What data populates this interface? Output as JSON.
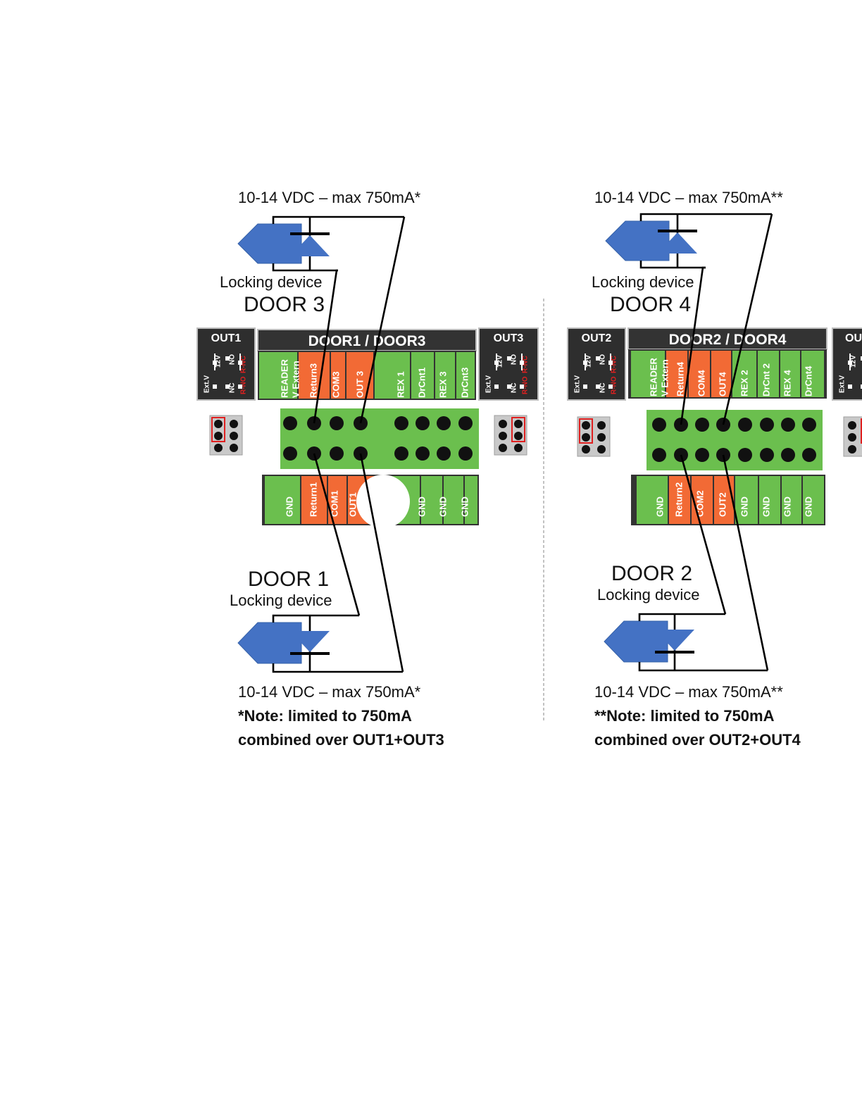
{
  "colors": {
    "terminal_green": "#6bbf4e",
    "terminal_orange": "#f26a35",
    "header_dark": "#333333",
    "lock_blue": "#4472c4",
    "wire": "#000000",
    "jumper_red": "#e02020"
  },
  "icons": {
    "lock": "locking-device-icon",
    "diode": "diode-icon",
    "jumper": "jumper-block-icon"
  },
  "panels": [
    {
      "top_supply": "10-14 VDC – max 750mA*",
      "top_lock_label": "Locking device",
      "top_door": "DOOR 3",
      "board_title": "DOOR1 / DOOR3",
      "out_left": {
        "title": "OUT1",
        "labels": [
          "Ext.V",
          "12V",
          "NO",
          "NC",
          "R-NC",
          "R-NO"
        ]
      },
      "out_right": {
        "title": "OUT3",
        "labels": [
          "Ext.V",
          "12V",
          "NO",
          "NC",
          "R-NC",
          "R-NO"
        ]
      },
      "top_terminals": [
        "READER V Extern",
        "Return3",
        "COM3",
        "OUT 3",
        "REX 1",
        "DrCnt1",
        "REX 3",
        "DrCnt3"
      ],
      "bottom_terminals": [
        "GND",
        "Return1",
        "COM1",
        "OUT1",
        "GND",
        "GND",
        "GND",
        "GND"
      ],
      "bottom_door": "DOOR 1",
      "bottom_lock_label": "Locking device",
      "bottom_supply": "10-14 VDC – max 750mA*",
      "note_line1": "*Note: limited to 750mA",
      "note_line2": "combined over OUT1+OUT3"
    },
    {
      "top_supply": "10-14 VDC – max 750mA**",
      "top_lock_label": "Locking device",
      "top_door": "DOOR 4",
      "board_title": "DOOR2 / DOOR4",
      "out_left": {
        "title": "OUT2",
        "labels": [
          "Ext.V",
          "12V",
          "NO",
          "NC",
          "R-NC",
          "R-NO"
        ]
      },
      "out_right": {
        "title": "OU",
        "labels": [
          "Ext.V",
          "12V"
        ]
      },
      "top_terminals": [
        "READER V Extern",
        "Return4",
        "COM4",
        "OUT4",
        "REX 2",
        "DrCnt 2",
        "REX 4",
        "DrCnt4"
      ],
      "bottom_terminals": [
        "GND",
        "Return2",
        "COM2",
        "OUT2",
        "GND",
        "GND",
        "GND",
        "GND"
      ],
      "bottom_door": "DOOR 2",
      "bottom_lock_label": "Locking device",
      "bottom_supply": "10-14 VDC – max 750mA**",
      "note_line1": "**Note: limited to 750mA",
      "note_line2": "combined over OUT2+OUT4"
    }
  ]
}
